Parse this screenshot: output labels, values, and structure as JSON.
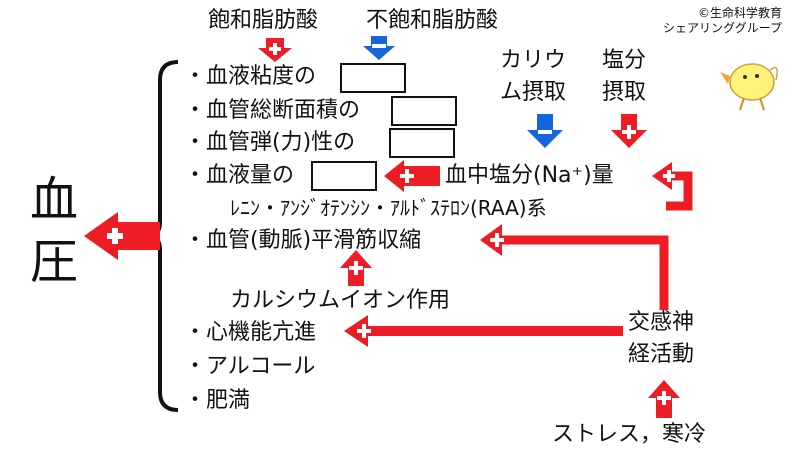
{
  "credit": {
    "line1": "©生命科学教育",
    "line2": "シェアリンググループ"
  },
  "top_labels": {
    "saturated": "飽和脂肪酸",
    "unsaturated": "不飽和脂肪酸",
    "potassium_line1": "カリウ",
    "potassium_line2": "ム摂取",
    "salt_line1": "塩分",
    "salt_line2": "摂取"
  },
  "main_label": {
    "line1": "血",
    "line2": "圧"
  },
  "factors": [
    "・血液粘度の",
    "・血管総断面積の",
    "・血管弾(力)性の",
    "・血液量の",
    "・血管(動脈)平滑筋収縮",
    "・心機能亢進",
    "・アルコール",
    "・肥満"
  ],
  "blood_salt": "血中塩分(Na⁺)量",
  "raa": "ﾚﾆﾝ・ｱﾝｼﾞｵﾃﾝｼﾝ・ｱﾙﾄﾞｽﾃﾛﾝ(RAA)系",
  "calcium": "カルシウムイオン作用",
  "sympathetic_line1": "交感神",
  "sympathetic_line2": "経活動",
  "stress_cold": "ストレス，寒冷",
  "colors": {
    "increase": "#ee1c25",
    "decrease": "#1565e0",
    "text": "#111111"
  }
}
